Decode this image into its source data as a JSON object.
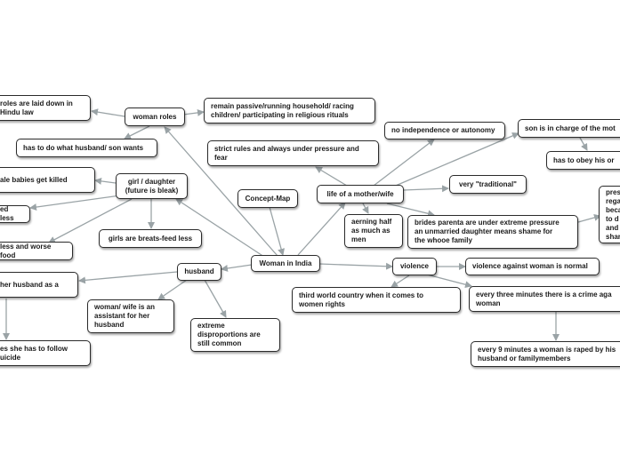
{
  "nodes": {
    "center": "Woman in India",
    "concept_map": "Concept-Map",
    "woman_roles": "woman roles",
    "roles_hindu": "roles are laid down in\nHindu law",
    "remain_passive": "remain passive/running household/ racing\nchildren/ participating in religious rituals",
    "husband_son": "has to do what husband/ son wants",
    "girl_daughter": "girl / daughter\n(future is bleak)",
    "female_babies": "ale babies get killed",
    "fed_less": "ed less",
    "less_food": "less and worse food",
    "breastfed_less": "girls are breats-feed less",
    "husband": "husband",
    "husband_as": "her husband as a",
    "assistant": "woman/ wife is an\nassistant for her\nhusband",
    "disproportions": "extreme\ndisproportions are\nstill common",
    "rules_suicide": "es she has to follow\nuicide",
    "strict_rules": "strict rules and always under pressure and\nfear",
    "no_independence": "no independence or autonomy",
    "son_charge": "son is in charge of the mot",
    "obey": "has to obey his or",
    "life_mother": "life of a mother/wife",
    "traditional": "very \"traditional\"",
    "earning_half": "aerning half\nas much as\nmen",
    "brides_parents": "brides parenta are under extreme pressure\nan unmarried daughter means shame for\nthe whooe family",
    "pressure_partial": "pres\nrega\nbeca\nto d\nand\nshar",
    "violence": "violence",
    "violence_normal": "violence against woman is normal",
    "third_world": "third world country when it comes to\nwomen rights",
    "every_three": "every three minutes there is a crime aga\nwoman",
    "every_nine": "every 9 minutes a woman is raped by his\nhusband or familymembers"
  },
  "colors": {
    "edge": "#9aa3a6",
    "border": "#2b2b2b"
  }
}
